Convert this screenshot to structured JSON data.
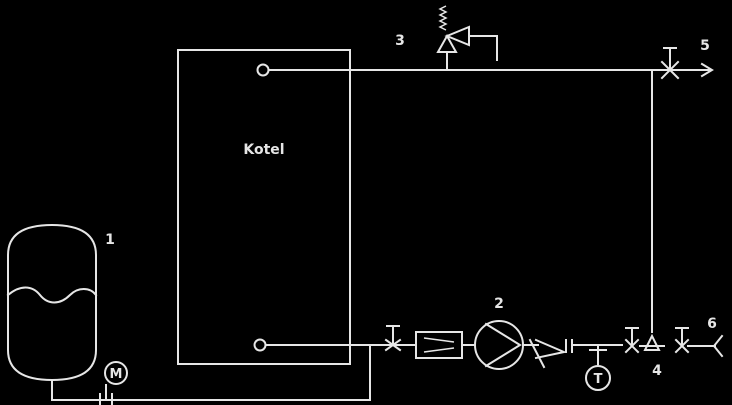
{
  "boiler": {
    "label": "Kotel"
  },
  "markers": {
    "expansion_vessel": "1",
    "pump": "2",
    "safety_valve": "3",
    "mixing_valve": "4",
    "outlet_supply": "5",
    "inlet_fill": "6"
  },
  "gauges": {
    "manometer": "M",
    "thermometer": "T"
  }
}
